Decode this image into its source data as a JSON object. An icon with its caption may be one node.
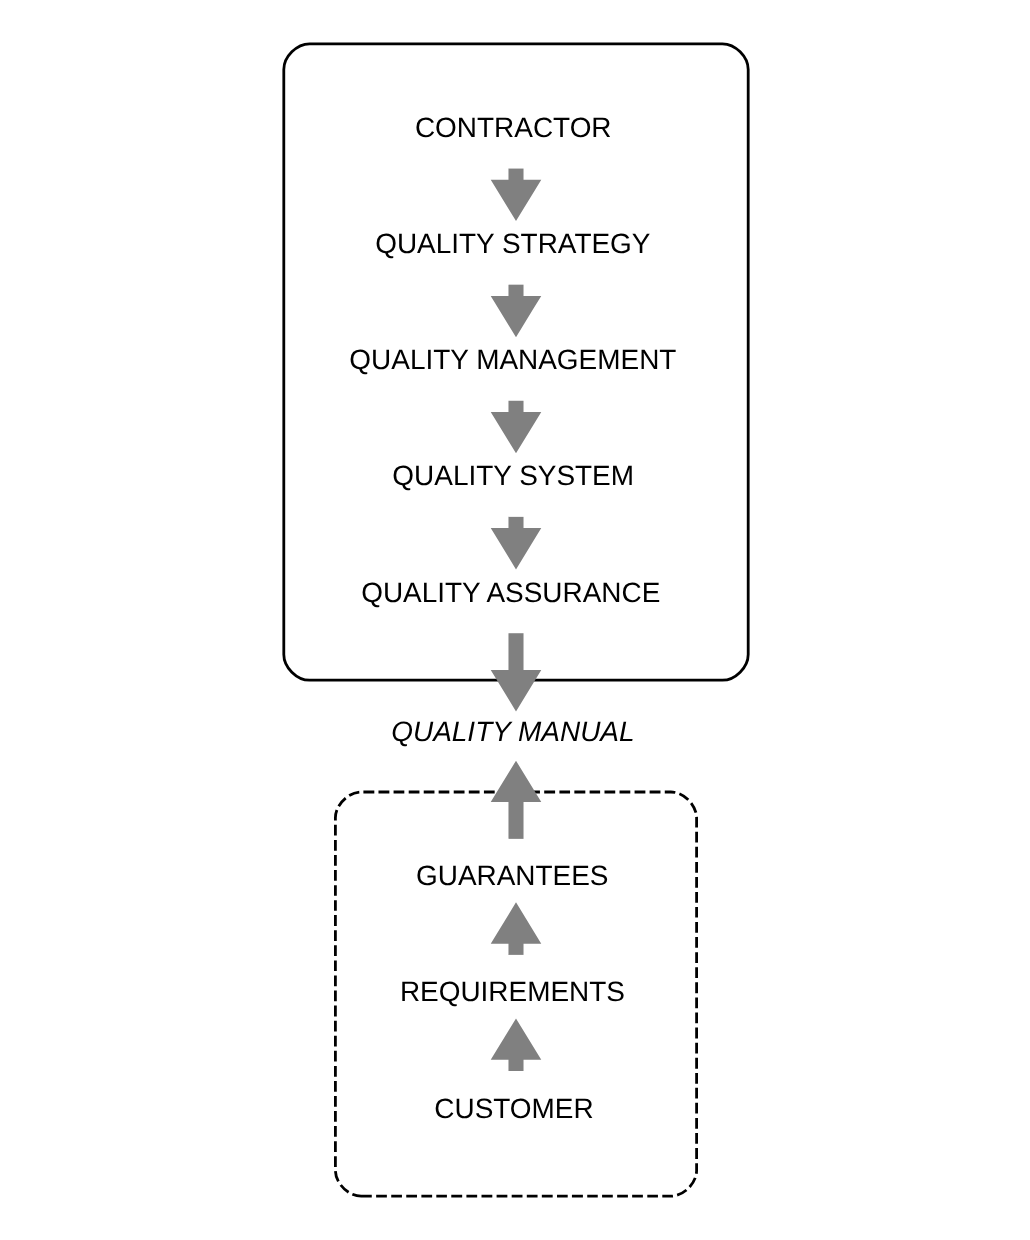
{
  "diagram": {
    "nodes": [
      {
        "text": [],
        "shape": "ellipse"
      },
      {
        "text": [
          "CONTRACTOR"
        ],
        "in": 0
      },
      {
        "text": [
          "QUALITY STRATEGY"
        ],
        "in": 0
      },
      {
        "text": [
          "QUALITY MANAGEMENT"
        ],
        "in": 0
      },
      {
        "text": [
          "QUALITY SYSTEM"
        ],
        "in": 0
      },
      {
        "text": [
          "QUALITY ASSURANCE"
        ],
        "in": 0
      },
      {
        "text": [
          "QUALITY MANUAL"
        ]
      },
      {
        "text": [],
        "shape": "ellipse"
      },
      {
        "text": [
          "GUARANTEES"
        ],
        "in": 7
      },
      {
        "text": [
          "REQUIREMENTS"
        ],
        "in": 7
      },
      {
        "text": [
          "CUSTOMER"
        ],
        "in": 7
      }
    ],
    "edges": [
      {
        "from": 1,
        "to": 2,
        "arrow": "to"
      },
      {
        "from": 2,
        "to": 3,
        "arrow": "to"
      },
      {
        "from": 3,
        "to": 4,
        "arrow": "to"
      },
      {
        "from": 4,
        "to": 5,
        "arrow": "to"
      },
      {
        "from": 5,
        "to": 6,
        "arrow": "to"
      },
      {
        "from": 8,
        "to": 6,
        "arrow": "to"
      },
      {
        "from": 9,
        "to": 8,
        "arrow": "to"
      },
      {
        "from": 10,
        "to": 9,
        "arrow": "to"
      }
    ]
  }
}
